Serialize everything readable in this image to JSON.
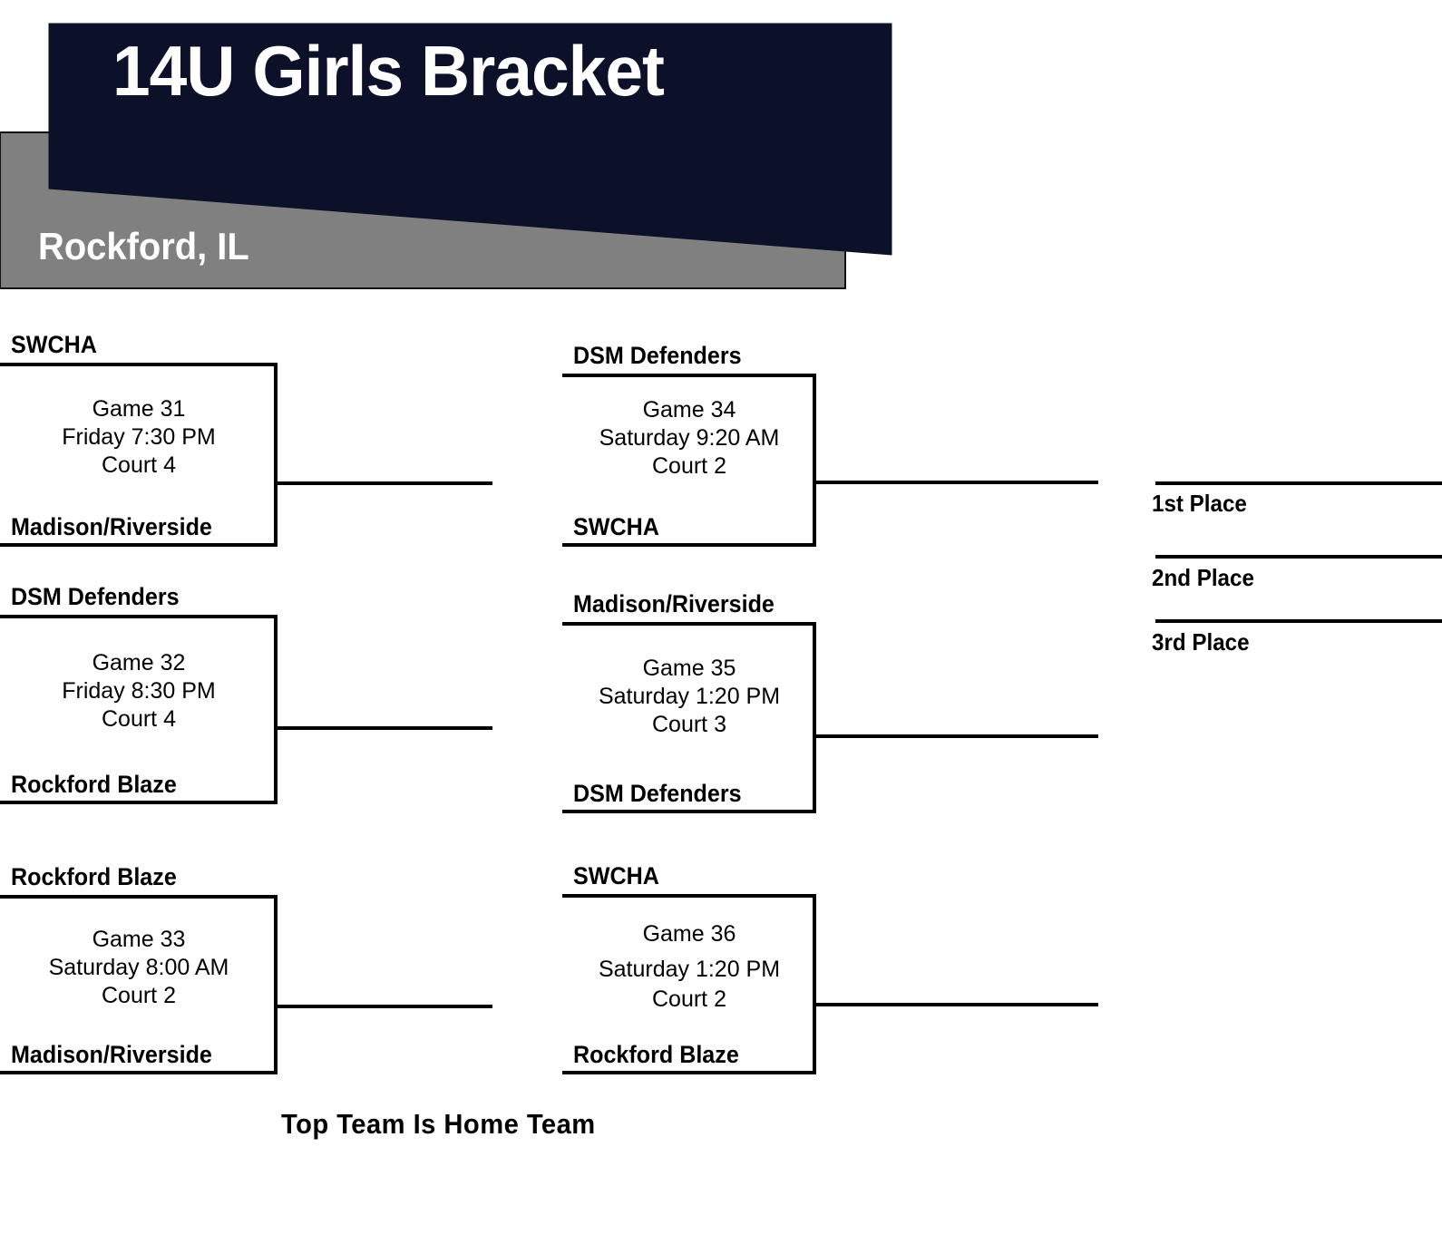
{
  "header": {
    "title": "14U Girls Bracket",
    "location": "Rockford, IL",
    "navy_color": "#0c1029",
    "gray_color": "#808080"
  },
  "bracket": {
    "round1": [
      {
        "id": "game-31",
        "top_team": "SWCHA",
        "bottom_team": "Madison/Riverside",
        "game_label": "Game 31",
        "datetime": "Friday 7:30 PM",
        "court": "Court 4"
      },
      {
        "id": "game-32",
        "top_team": "DSM Defenders",
        "bottom_team": "Rockford Blaze",
        "game_label": "Game 32",
        "datetime": "Friday 8:30 PM",
        "court": "Court 4"
      },
      {
        "id": "game-33",
        "top_team": "Rockford Blaze",
        "bottom_team": "Madison/Riverside",
        "game_label": "Game 33",
        "datetime": "Saturday 8:00 AM",
        "court": "Court 2"
      }
    ],
    "round2": [
      {
        "id": "game-34",
        "top_team": "DSM Defenders",
        "bottom_team": "SWCHA",
        "game_label": "Game 34",
        "datetime": "Saturday 9:20 AM",
        "court": "Court 2"
      },
      {
        "id": "game-35",
        "top_team": "Madison/Riverside",
        "bottom_team": "DSM Defenders",
        "game_label": "Game 35",
        "datetime": "Saturday 1:20 PM",
        "court": "Court 3"
      },
      {
        "id": "game-36",
        "top_team": "SWCHA",
        "bottom_team": "Rockford Blaze",
        "game_label": "Game 36",
        "datetime": "Saturday 1:20 PM",
        "court": "Court 2"
      }
    ],
    "placements": [
      {
        "id": "first-place",
        "label": "1st Place",
        "value": ""
      },
      {
        "id": "second-place",
        "label": "2nd Place",
        "value": ""
      },
      {
        "id": "third-place",
        "label": "3rd Place",
        "value": ""
      }
    ]
  },
  "footer": {
    "note": "Top Team Is Home Team"
  }
}
